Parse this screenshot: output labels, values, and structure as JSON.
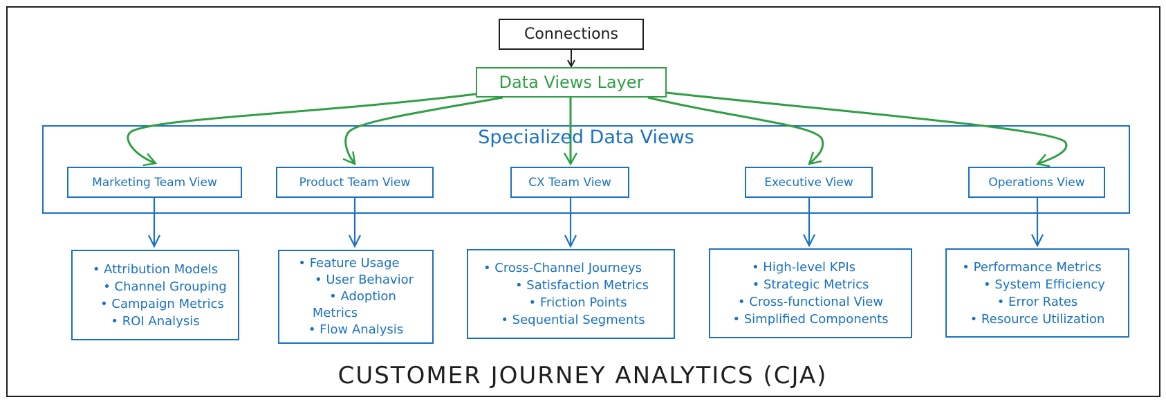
{
  "diagram": {
    "title": "CUSTOMER JOURNEY ANALYTICS (CJA)",
    "source": {
      "label": "Connections"
    },
    "layer": {
      "label": "Data Views Layer"
    },
    "section": {
      "label": "Specialized Data Views"
    },
    "views": [
      {
        "label": "Marketing Team View",
        "details": [
          "• Attribution Models",
          "• Channel Grouping",
          "• Campaign Metrics",
          "• ROI Analysis"
        ]
      },
      {
        "label": "Product Team View",
        "details": [
          "• Feature Usage",
          "• User Behavior",
          "• Adoption",
          "Metrics",
          "• Flow Analysis"
        ]
      },
      {
        "label": "CX Team View",
        "details": [
          "• Cross-Channel Journeys",
          "• Satisfaction Metrics",
          "• Friction Points",
          "• Sequential Segments"
        ]
      },
      {
        "label": "Executive View",
        "details": [
          "• High-level KPIs",
          "• Strategic Metrics",
          "• Cross-functional View",
          "• Simplified Components"
        ]
      },
      {
        "label": "Operations View",
        "details": [
          "• Performance Metrics",
          "• System Efficiency",
          "• Error Rates",
          "• Resource Utilization"
        ]
      }
    ],
    "colors": {
      "stroke_dark": "#1e1e1e",
      "layer_green": "#2f9e44",
      "view_blue": "#1971c2"
    }
  }
}
